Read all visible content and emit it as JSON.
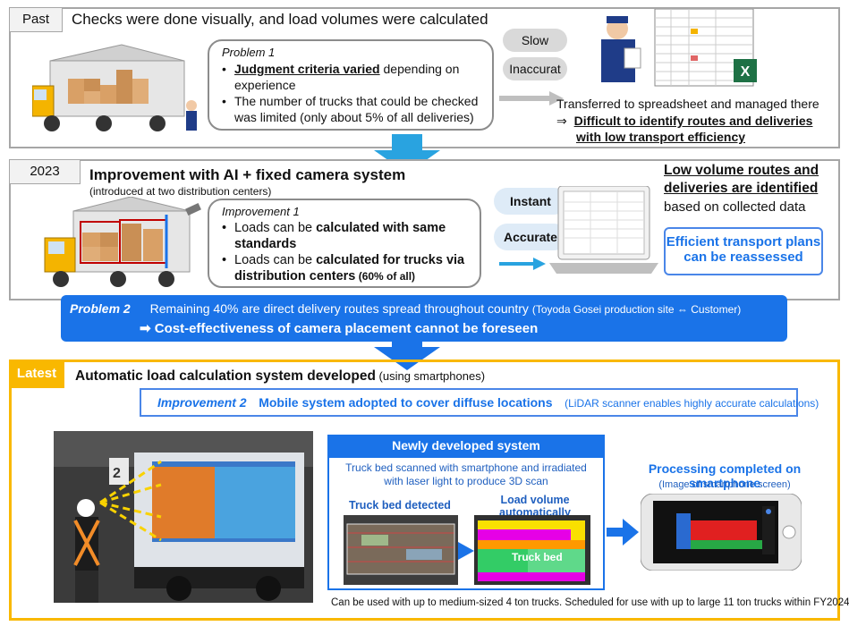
{
  "past": {
    "tab": "Past",
    "heading": "Checks were done visually, and load volumes were calculated",
    "problem_title": "Problem 1",
    "bullet1_bold": "Judgment criteria varied",
    "bullet1_rest": " depending on experience",
    "bullet2": "The number of trucks that could be checked was limited (only about 5% of all deliveries)",
    "pill_slow": "Slow",
    "pill_inaccurate": "Inaccurat",
    "transferred": "Transferred to spreadsheet and managed there",
    "arrow_symbol": "⇒",
    "difficult_line1": "Difficult to identify routes and deliveries",
    "difficult_line2": "with low transport efficiency"
  },
  "y2023": {
    "tab": "2023",
    "heading": "Improvement with AI + fixed camera system",
    "subheading": "(introduced at two distribution centers)",
    "improvement_title": "Improvement 1",
    "bullet1_pre": "Loads can be ",
    "bullet1_bold": "calculated with same standards",
    "bullet2_pre": "Loads can be ",
    "bullet2_bold": "calculated for trucks via distribution centers",
    "bullet2_small": " (60% of all)",
    "pill_instant": "Instant",
    "pill_accurate": "Accurate",
    "lowvol_line1": "Low volume routes and",
    "lowvol_line2": "deliveries are identified",
    "lowvol_line3": "based on collected data",
    "efficient_line1": "Efficient transport plans",
    "efficient_line2": "can be reassessed"
  },
  "problem2": {
    "label": "Problem 2",
    "text": "Remaining 40% are direct delivery routes spread throughout country",
    "paren": "(Toyoda Gosei production site ⇔ Customer)",
    "arrow": "➡",
    "conclusion": "Cost-effectiveness of camera placement cannot be foreseen"
  },
  "latest": {
    "tab": "Latest",
    "heading": "Automatic load calculation system developed",
    "heading_small": " (using smartphones)",
    "imp2_label": "Improvement 2",
    "imp2_text": "Mobile system adopted to cover diffuse locations",
    "imp2_paren": "(LiDAR scanner enables highly accurate calculations)",
    "newsys_title": "Newly developed system",
    "newsys_desc": "Truck bed scanned with smartphone and irradiated with laser light to produce 3D scan",
    "truckbed_detected": "Truck bed detected",
    "load_volume": "Load volume automatically calculated",
    "truck_bed_label": "Truck bed",
    "processing": "Processing completed on smartphone",
    "processing_sub": "(Image of smartphone screen)",
    "truck_number": "2",
    "footnote": "Can be used with up to medium-sized 4 ton trucks. Scheduled for use with up to large 11 ton trucks within FY2024."
  },
  "colors": {
    "accent_blue": "#1a73e8",
    "latest_orange": "#f9b800",
    "frame_gray": "#a6a6a6"
  }
}
